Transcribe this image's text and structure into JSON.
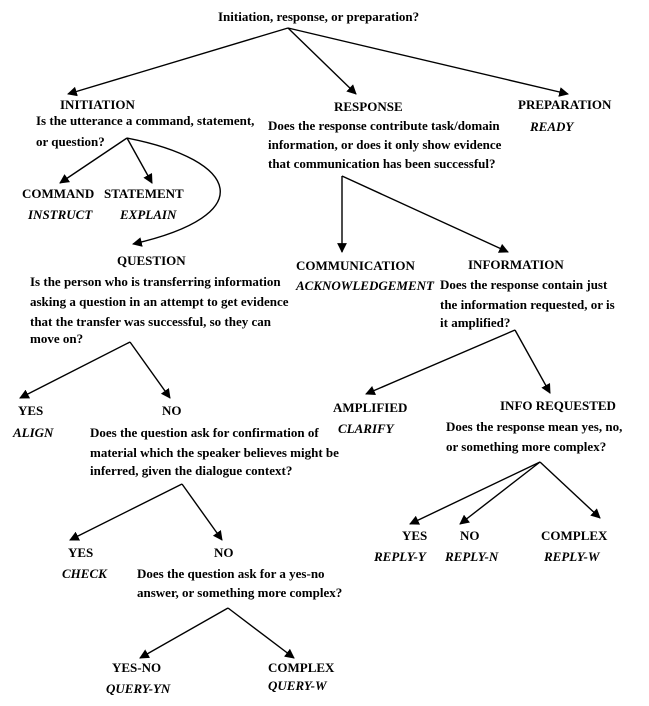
{
  "root": {
    "question": "Initiation, response, or preparation?"
  },
  "initiation": {
    "heading": "INITIATION",
    "question": [
      "Is the utterance a command, statement,",
      "or question?"
    ],
    "command": {
      "label": "COMMAND",
      "tag": "INSTRUCT"
    },
    "statement": {
      "label": "STATEMENT",
      "tag": "EXPLAIN"
    }
  },
  "response": {
    "heading": "RESPONSE",
    "question": [
      "Does the response contribute task/domain",
      "information, or does it only show evidence",
      "that communication has been successful?"
    ]
  },
  "preparation": {
    "heading": "PREPARATION",
    "tag": "READY"
  },
  "question_node": {
    "heading": "QUESTION",
    "question": [
      "Is the person who is transferring information",
      "asking a question in an attempt to get evidence",
      "that the transfer was successful, so they can",
      "move on?"
    ],
    "yes": {
      "label": "YES",
      "tag": "ALIGN"
    },
    "no": {
      "label": "NO"
    },
    "no_question": [
      "Does the question ask for confirmation of",
      "material which the speaker believes might be",
      "inferred, given the dialogue context?"
    ],
    "yes2": {
      "label": "YES",
      "tag": "CHECK"
    },
    "no2": {
      "label": "NO"
    },
    "no2_question": [
      "Does the question ask for a yes-no",
      "answer, or something more complex?"
    ],
    "yesno": {
      "label": "YES-NO",
      "tag": "QUERY-YN"
    },
    "complex": {
      "label": "COMPLEX",
      "tag": "QUERY-W"
    }
  },
  "communication": {
    "label": "COMMUNICATION",
    "tag": "ACKNOWLEDGEMENT"
  },
  "information": {
    "heading": "INFORMATION",
    "question": [
      "Does the response contain just",
      "the information requested, or is",
      "it amplified?"
    ],
    "amplified": {
      "label": "AMPLIFIED",
      "tag": "CLARIFY"
    },
    "info_requested": {
      "heading": "INFO REQUESTED",
      "question": [
        "Does the response mean yes, no,",
        "or something more complex?"
      ],
      "yes": {
        "label": "YES",
        "tag": "REPLY-Y"
      },
      "no": {
        "label": "NO",
        "tag": "REPLY-N"
      },
      "complex": {
        "label": "COMPLEX",
        "tag": "REPLY-W"
      }
    }
  }
}
